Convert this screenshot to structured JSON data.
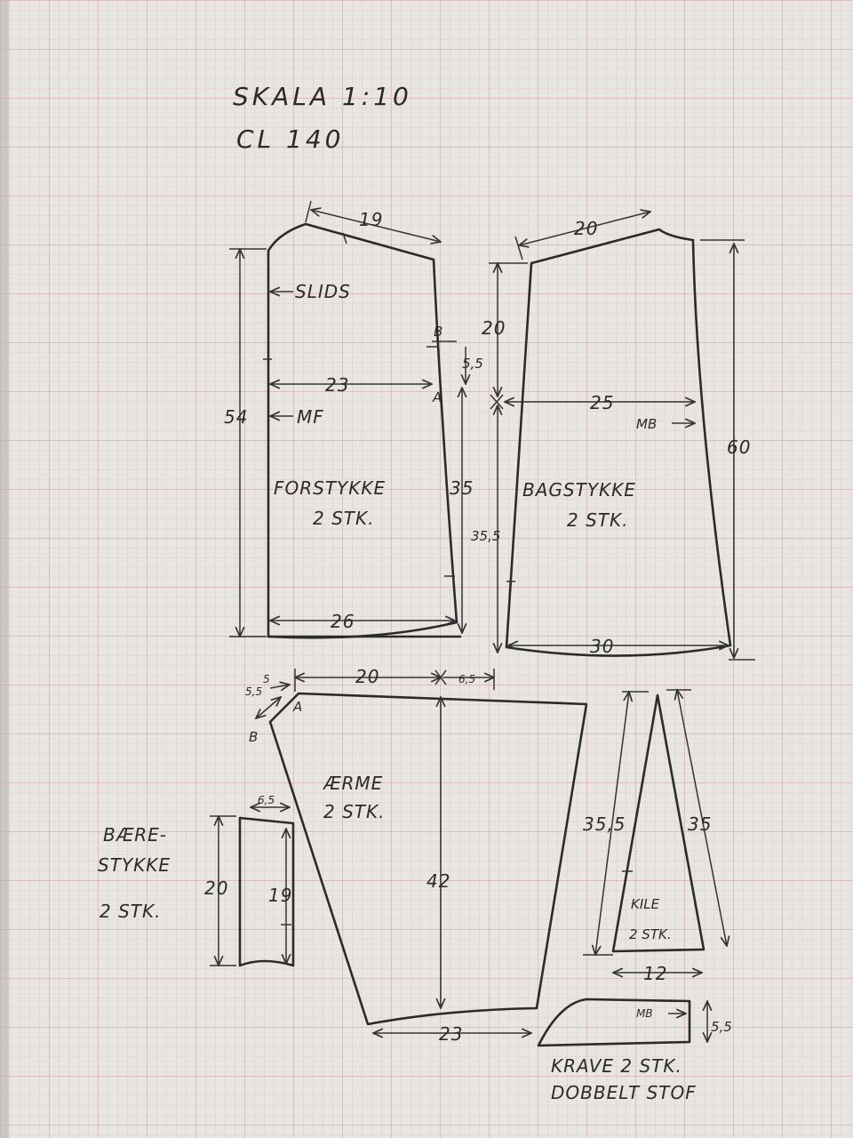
{
  "header": {
    "scale": "SKALA 1:10",
    "size": "CL 140"
  },
  "forstykke": {
    "name": "FORSTYKKE",
    "qty": "2 STK.",
    "slids": "SLIDS",
    "mf": "MF",
    "shoulder": "19",
    "width": "23",
    "height": "54",
    "side": "35",
    "hem": "26",
    "pt_a": "A",
    "pt_b": "B",
    "ab": "5,5"
  },
  "bagstykke": {
    "name": "BAGSTYKKE",
    "qty": "2 STK.",
    "mb": "MB",
    "shoulder": "20",
    "upper": "20",
    "width": "25",
    "lower": "35,5",
    "height": "60",
    "hem": "30"
  },
  "aerme": {
    "name": "ÆRME",
    "qty": "2 STK.",
    "top": "20",
    "cap": "6,5",
    "notch1": "5",
    "notch2": "5,5",
    "pt_a": "A",
    "pt_b": "B",
    "length": "42",
    "cuff": "23"
  },
  "baerestykke": {
    "name1": "BÆRE-",
    "name2": "STYKKE",
    "qty": "2 STK.",
    "width": "6,5",
    "outer": "20",
    "inner": "19"
  },
  "kile": {
    "name": "KILE",
    "qty": "2 STK.",
    "left": "35,5",
    "right": "35",
    "base": "12"
  },
  "krave": {
    "name": "KRAVE 2 STK.",
    "note": "DOBBELT STOF",
    "mb": "MB",
    "height": "5,5"
  }
}
